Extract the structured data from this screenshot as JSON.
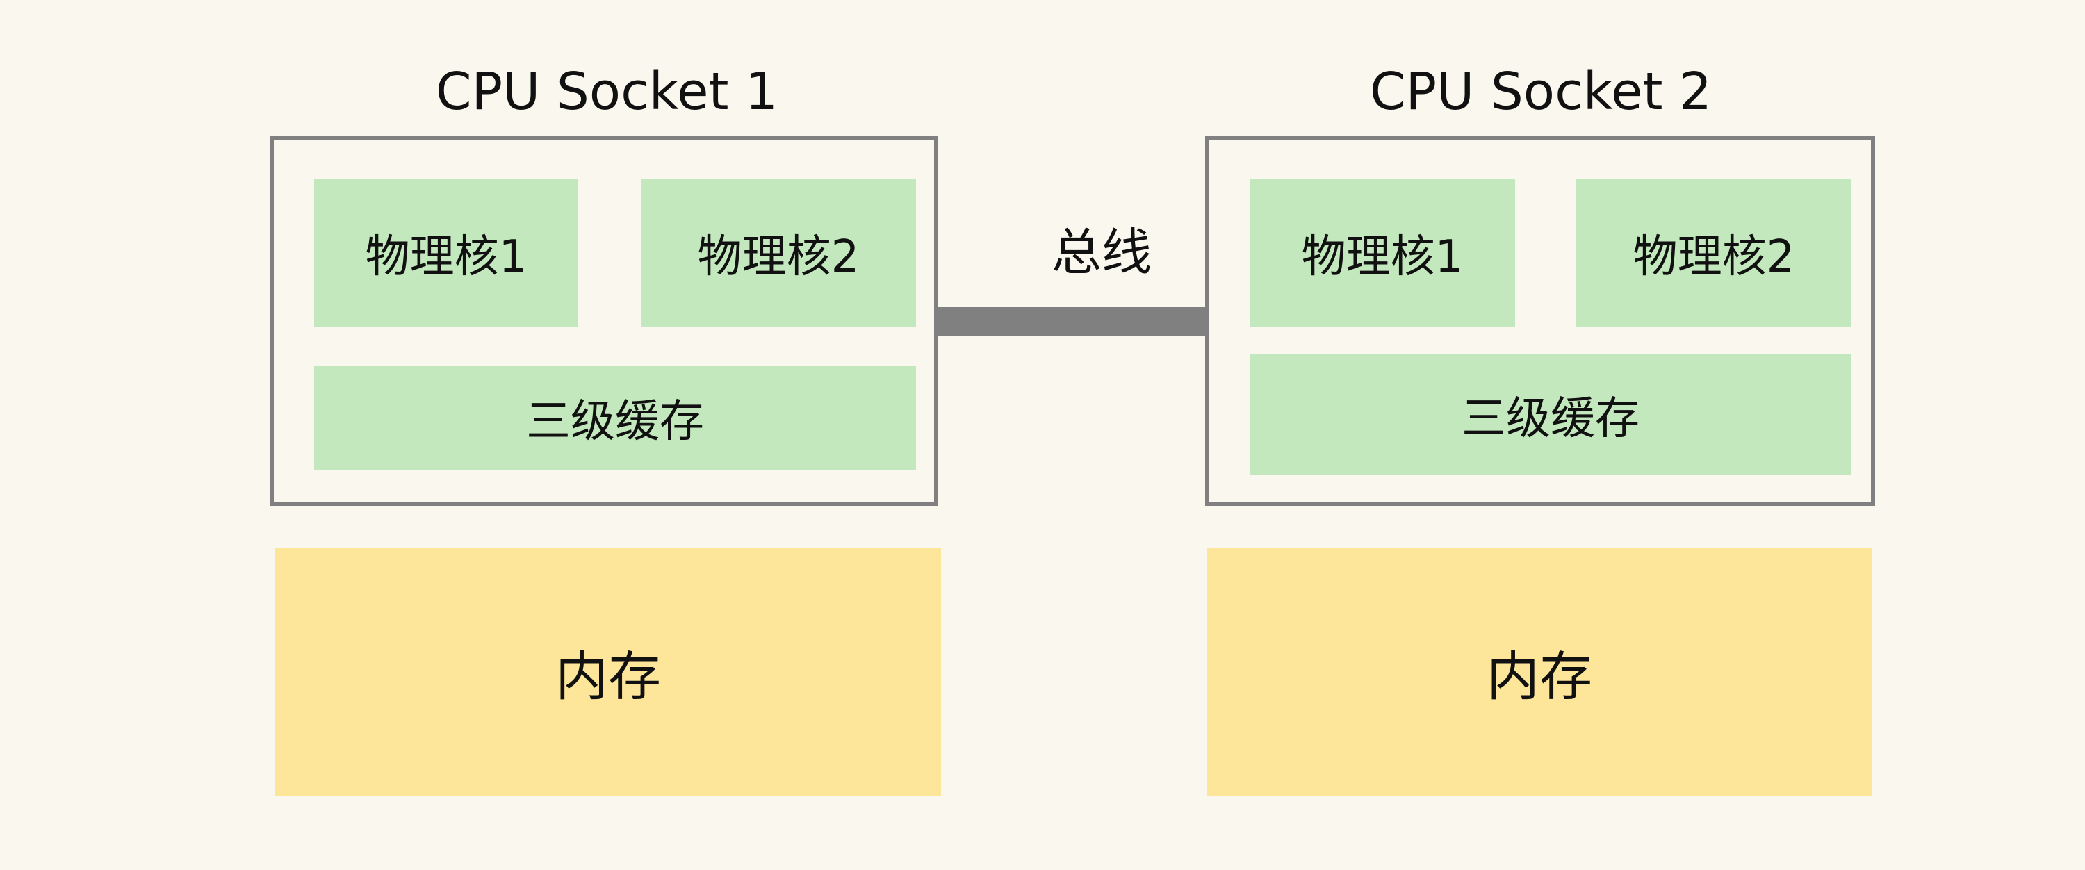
{
  "sockets": [
    {
      "title": "CPU Socket 1",
      "cores": [
        "物理核1",
        "物理核2"
      ],
      "cache": "三级缓存",
      "memory": "内存"
    },
    {
      "title": "CPU Socket 2",
      "cores": [
        "物理核1",
        "物理核2"
      ],
      "cache": "三级缓存",
      "memory": "内存"
    }
  ],
  "bus": {
    "label": "总线"
  },
  "colors": {
    "background": "#faf8ee",
    "core_and_cache": "#c3e8bd",
    "memory": "#fde699",
    "border_and_bus": "#808080"
  }
}
